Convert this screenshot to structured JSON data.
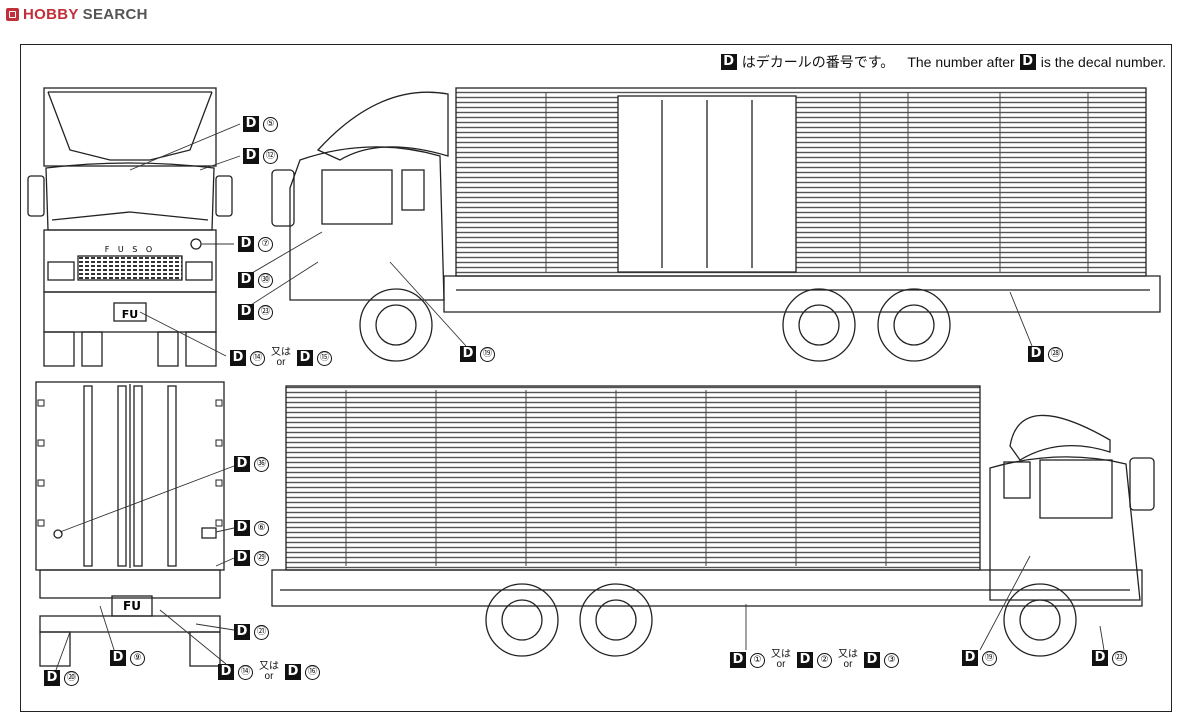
{
  "header": {
    "brand": "HOBBY",
    "search_word": "SEARCH"
  },
  "note": {
    "jp_text": "はデカールの番号です。",
    "en_before": "The number after",
    "en_after": "is the decal number.",
    "decal_letter": "D"
  },
  "decals": {
    "d5": "⑤",
    "d12": "⑫",
    "d7": "⑦",
    "d30": "㉚",
    "d23a": "㉓",
    "d19a": "⑲",
    "d28": "㉘",
    "d14a": "⑭",
    "d15": "⑮",
    "d36": "㊱",
    "d6": "⑥",
    "d29": "㉙",
    "d21": "㉑",
    "d9": "⑨",
    "d20": "⑳",
    "d14b": "⑭",
    "d16": "⑯",
    "d1": "①",
    "d2": "②",
    "d3": "③",
    "d19b": "⑲",
    "d23b": "㉓"
  },
  "or_words": {
    "jp": "又は",
    "en": "or"
  },
  "plate_text": "FU",
  "brand_text": "F U S O"
}
